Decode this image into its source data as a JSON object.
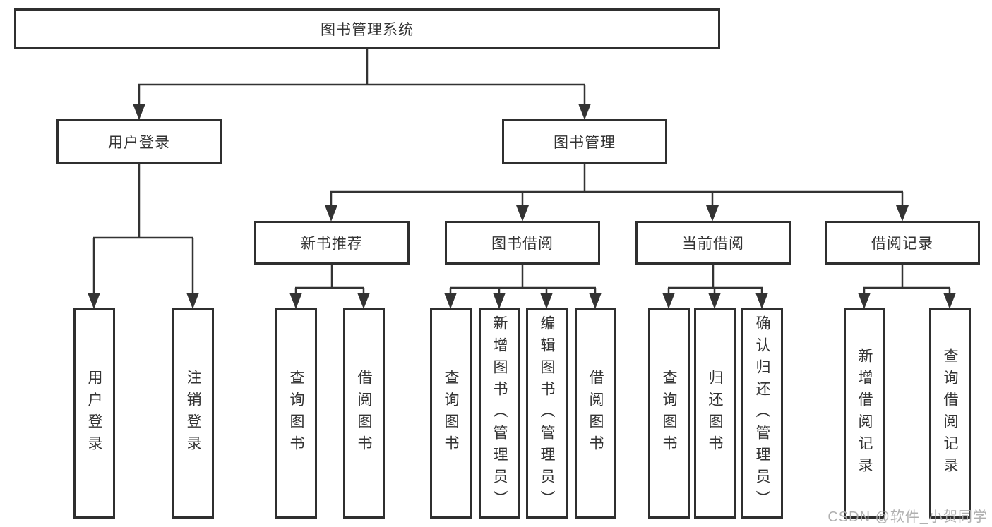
{
  "tree": {
    "label": "图书管理系统",
    "children": [
      {
        "label": "用户登录",
        "children": [
          {
            "label": "用户登录"
          },
          {
            "label": "注销登录"
          }
        ]
      },
      {
        "label": "图书管理",
        "children": [
          {
            "label": "新书推荐",
            "children": [
              {
                "label": "查询图书"
              },
              {
                "label": "借阅图书"
              }
            ]
          },
          {
            "label": "图书借阅",
            "children": [
              {
                "label": "查询图书"
              },
              {
                "label": "新增图书（管理员）"
              },
              {
                "label": "编辑图书（管理员）"
              },
              {
                "label": "借阅图书"
              }
            ]
          },
          {
            "label": "当前借阅",
            "children": [
              {
                "label": "查询图书"
              },
              {
                "label": "归还图书"
              },
              {
                "label": "确认归还（管理员）"
              }
            ]
          },
          {
            "label": "借阅记录",
            "children": [
              {
                "label": "新增借阅记录"
              },
              {
                "label": "查询借阅记录"
              }
            ]
          }
        ]
      }
    ]
  },
  "watermark": {
    "text": "CSDN @软件_小贺同学"
  },
  "colors": {
    "line": "#333333",
    "box_border": "#2f2f2f",
    "text": "#333333",
    "watermark": "#acacac",
    "background": "#ffffff"
  }
}
